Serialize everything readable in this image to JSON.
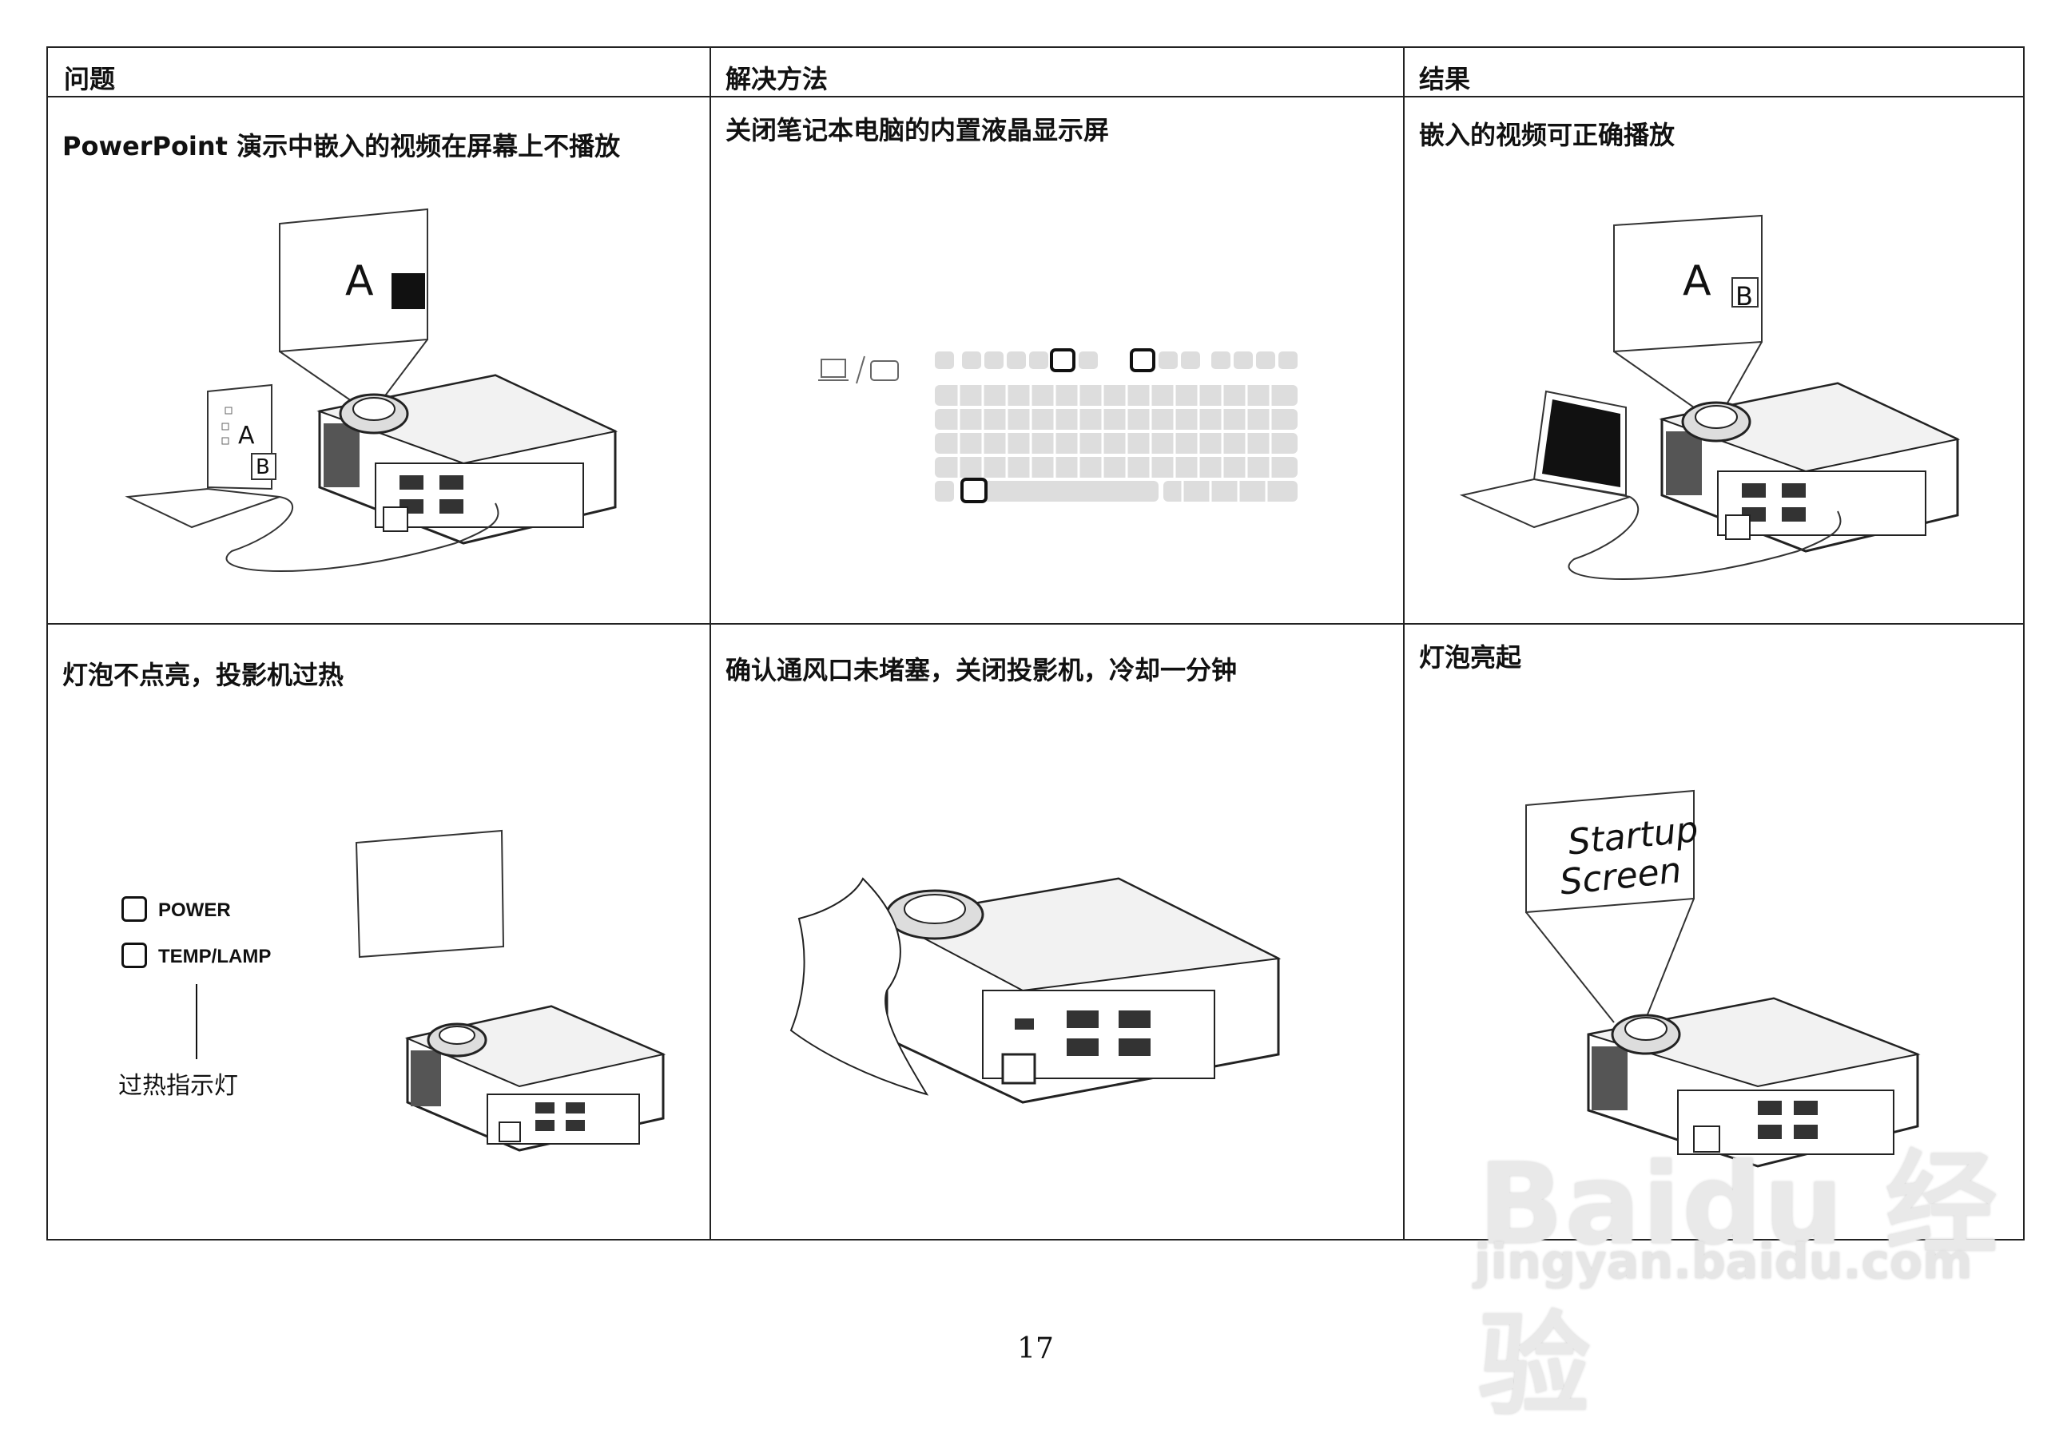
{
  "headers": {
    "problem": "问题",
    "solution": "解决方法",
    "result": "结果"
  },
  "rows": [
    {
      "problem": "PowerPoint 演示中嵌入的视频在屏幕上不播放",
      "solution": "关闭笔记本电脑的内置液晶显示屏",
      "result": "嵌入的视频可正确播放"
    },
    {
      "problem": "灯泡不点亮，投影机过热",
      "solution": "确认通风口未堵塞，关闭投影机，冷却一分钟",
      "result": "灯泡亮起"
    }
  ],
  "illustrations": {
    "screen_a": "A",
    "screen_b": "B",
    "startup_line1": "Startup",
    "startup_line2": "Screen",
    "power_label": "POWER",
    "temp_label": "TEMP/LAMP",
    "overheat_label": "过热指示灯"
  },
  "page_number": "17",
  "watermark": {
    "line1": "Baidu 经验",
    "line2": "jingyan.baidu.com"
  }
}
